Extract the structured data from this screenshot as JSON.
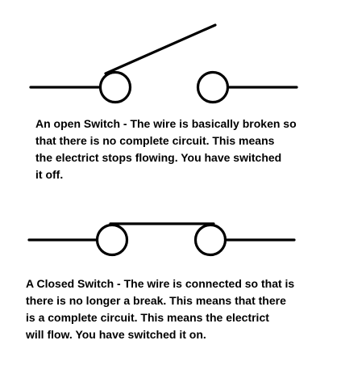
{
  "colors": {
    "background": "#ffffff",
    "ink": "#000000"
  },
  "open_switch": {
    "state": "open",
    "caption": "An open Switch - The wire is basically broken so\nthat there is no complete circuit.  This means\nthe electrict stops flowing.  You have switched\nit off."
  },
  "closed_switch": {
    "state": "closed",
    "caption": "A Closed Switch - The wire is connected so that is\nthere is no longer a break.  This means that there\nis a complete circuit.  This means the electrict\nwill flow.  You have switched it on."
  }
}
